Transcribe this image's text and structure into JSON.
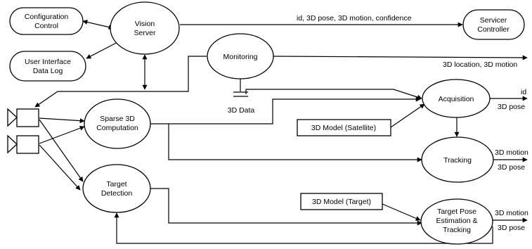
{
  "nodes": {
    "config_control": [
      "Configuration",
      "Control"
    ],
    "vision_server": [
      "Vision",
      "Server"
    ],
    "servicer_controller": [
      "Servicer",
      "Controller"
    ],
    "user_interface": [
      "User Interface",
      "Data Log"
    ],
    "monitoring": [
      "Monitoring"
    ],
    "sparse_3d": [
      "Sparse 3D",
      "Computation"
    ],
    "acquisition": [
      "Acquisition"
    ],
    "tracking": [
      "Tracking"
    ],
    "target_detection": [
      "Target",
      "Detection"
    ],
    "target_pose": [
      "Target Pose",
      "Estimation &",
      "Tracking"
    ],
    "model_satellite": [
      "3D Model (Satellite)"
    ],
    "model_target": [
      "3D Model (Target)"
    ],
    "data_store": [
      "3D Data"
    ]
  },
  "edge_labels": {
    "server_output": "id, 3D pose, 3D motion, confidence",
    "monitoring_output": "3D location, 3D motion",
    "acq_id": "id",
    "acq_pose": "3D pose",
    "track_motion": "3D motion",
    "track_pose": "3D pose",
    "tpe_motion": "3D motion",
    "tpe_pose": "3D pose"
  }
}
